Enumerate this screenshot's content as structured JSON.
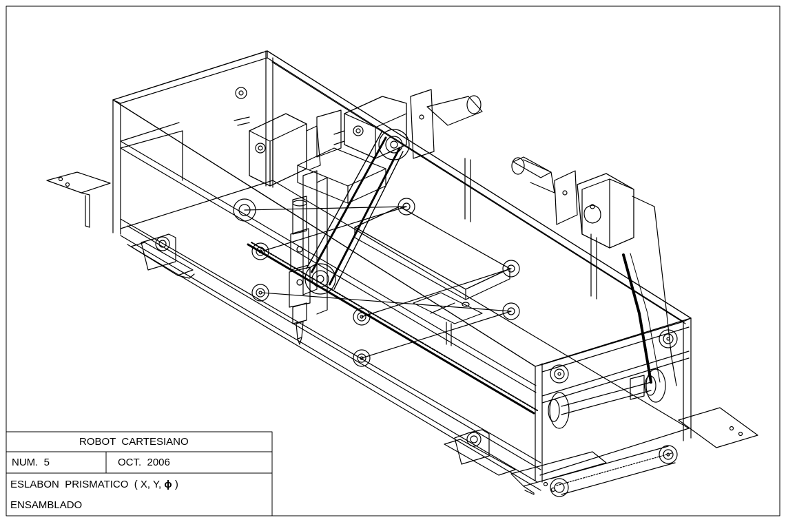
{
  "title_block": {
    "title": "ROBOT  CARTESIANO",
    "number": "NUM.  5",
    "date": "OCT.  2006",
    "description_line1": "ESLABON  PRISMATICO  ( X, Y,",
    "description_symbol": "ϕ",
    "description_close": " )",
    "description_line2": "ENSAMBLADO"
  },
  "colors": {
    "line": "#000000",
    "background": "#ffffff"
  }
}
